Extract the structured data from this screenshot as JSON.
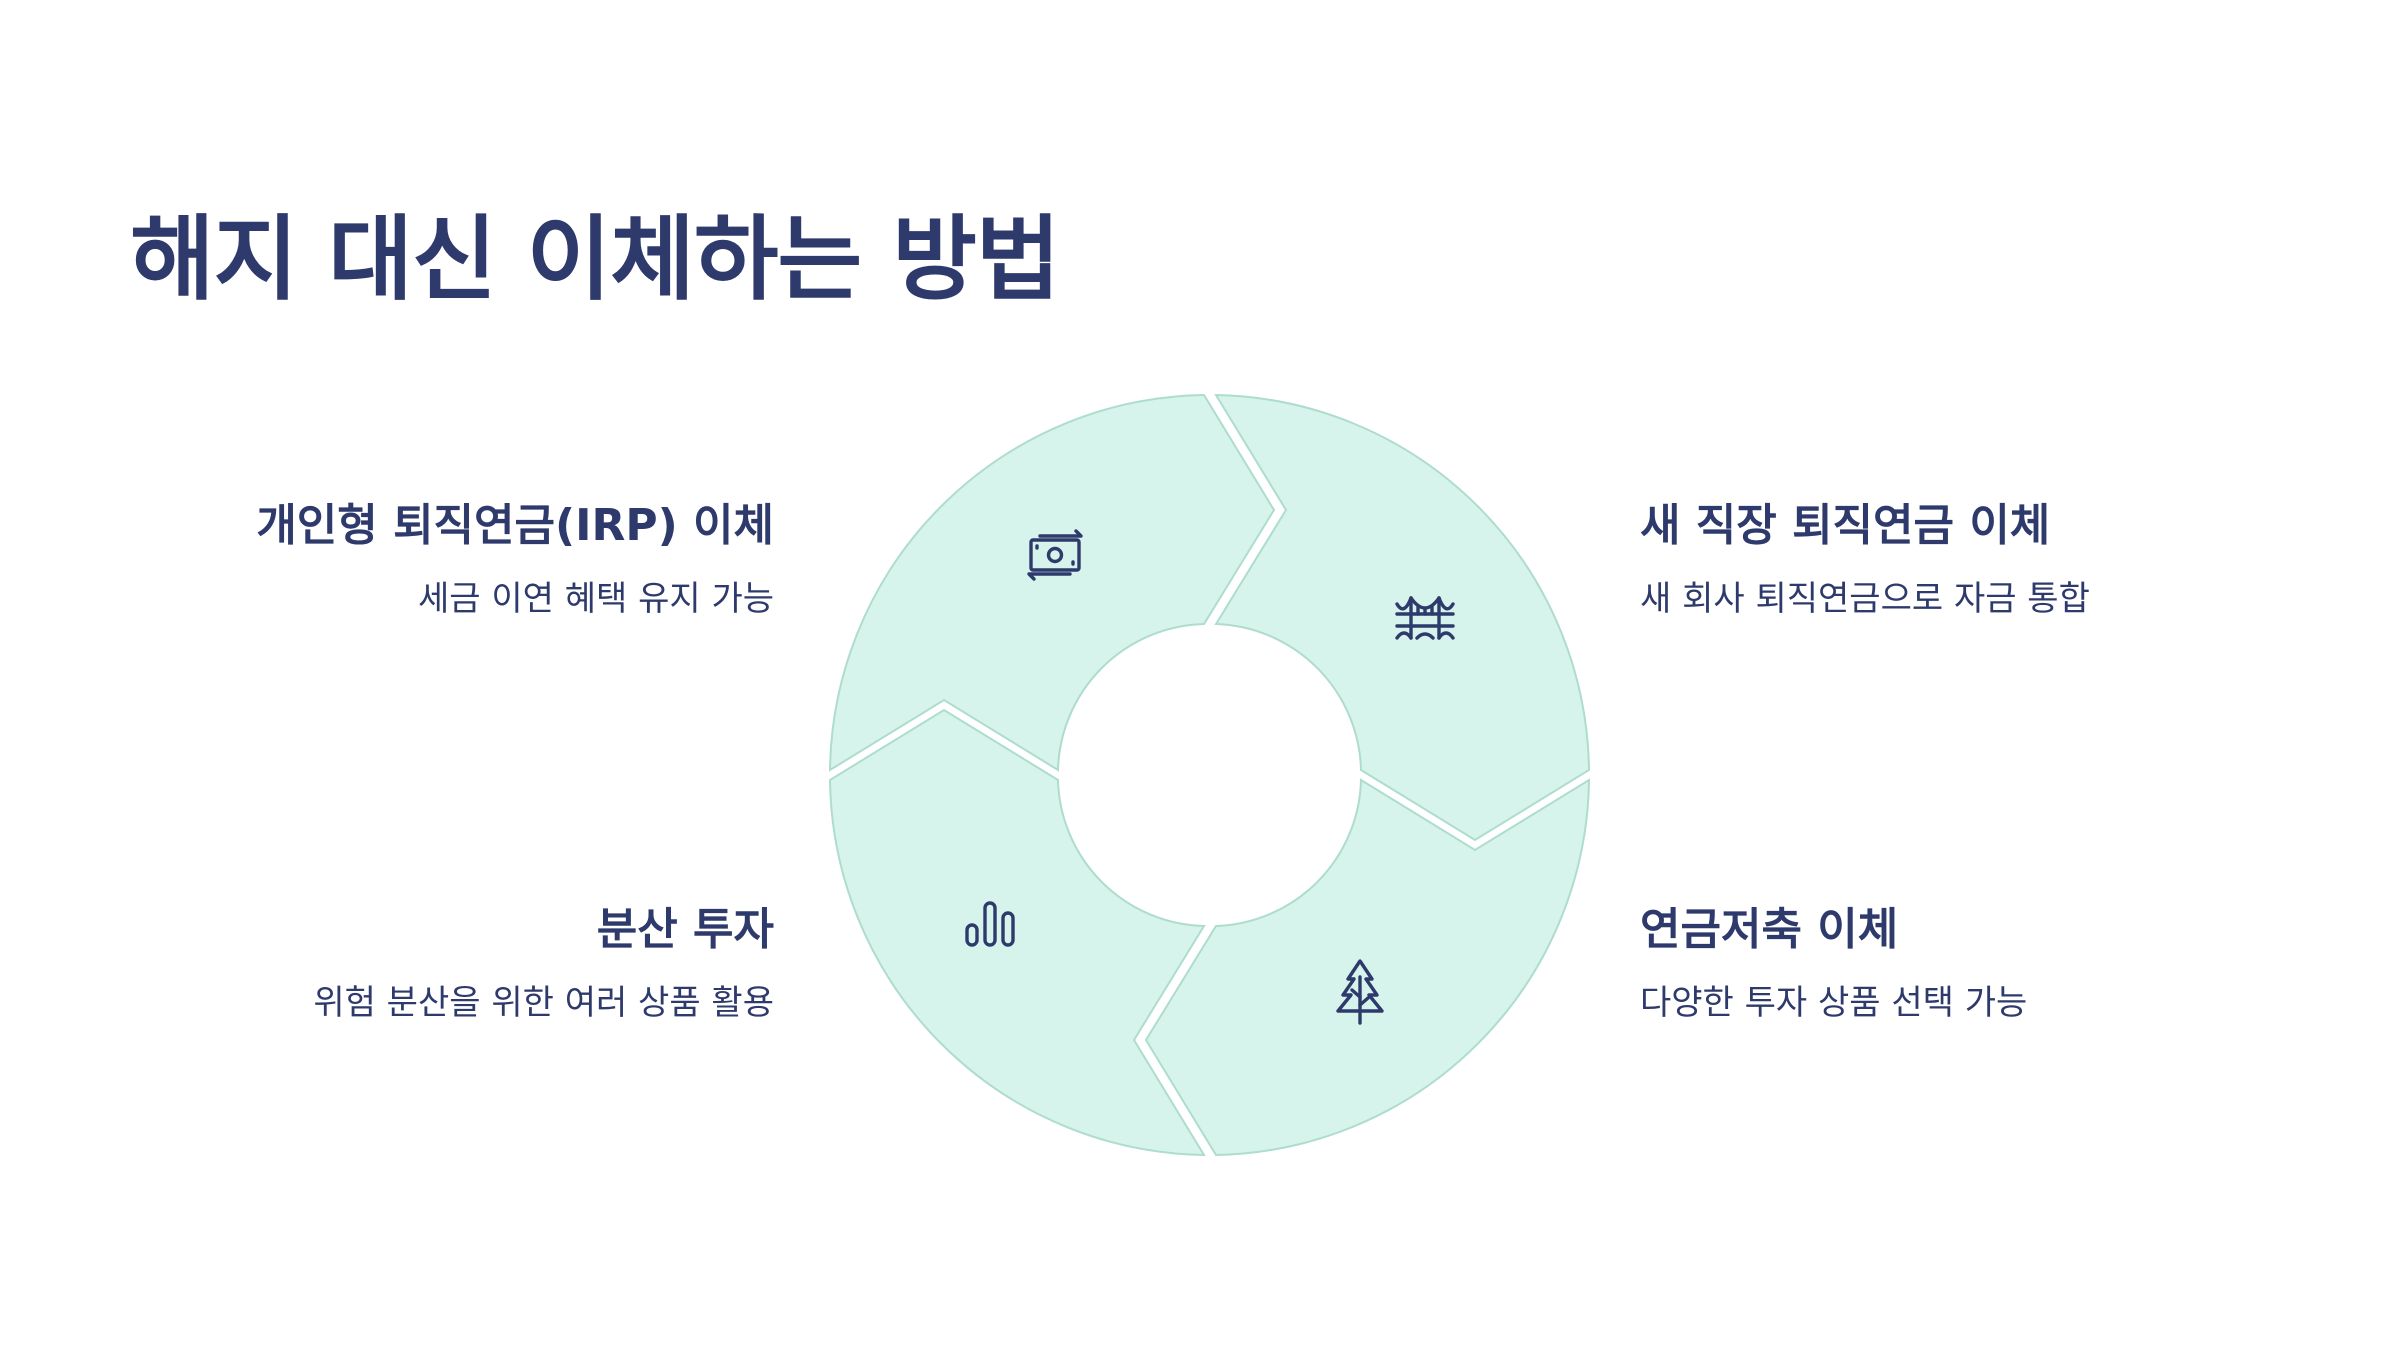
{
  "title": "해지 대신 이체하는 방법",
  "colors": {
    "title": "#2e3a6b",
    "segment_fill": "#d6f4ec",
    "segment_stroke": "#aedccd",
    "icon": "#2e3a6b"
  },
  "steps": [
    {
      "title": "개인형 퇴직연금(IRP) 이체",
      "description": "세금 이연 혜택 유지 가능",
      "icon": "money-transfer-icon"
    },
    {
      "title": "새 직장 퇴직연금 이체",
      "description": "새 회사 퇴직연금으로 자금 통합",
      "icon": "bridge-icon"
    },
    {
      "title": "연금저축 이체",
      "description": "다양한 투자 상품 선택 가능",
      "icon": "tree-icon"
    },
    {
      "title": "분산 투자",
      "description": "위험 분산을 위한 여러 상품 활용",
      "icon": "bar-chart-icon"
    }
  ]
}
